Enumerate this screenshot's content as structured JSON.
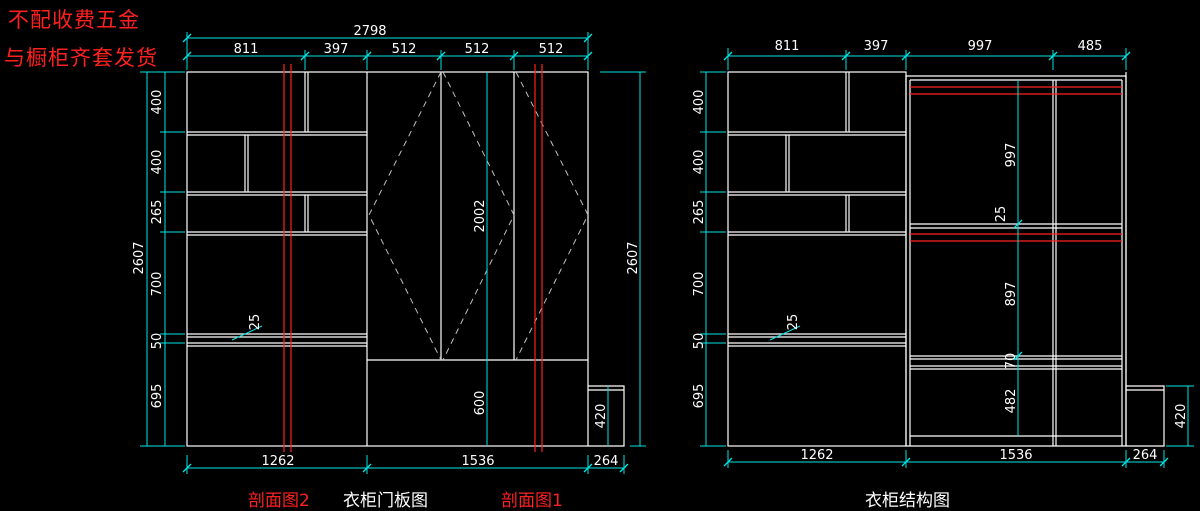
{
  "notes": [
    "不配收费五金",
    "与橱柜齐套发货"
  ],
  "left": {
    "caption": "衣柜门板图",
    "section_labels": [
      "剖面图2",
      "剖面图1"
    ],
    "top_total": "2798",
    "top_segments": [
      "811",
      "397",
      "512",
      "512",
      "512"
    ],
    "left_heights": [
      "400",
      "400",
      "265",
      "700",
      "50",
      "695"
    ],
    "overall_height": "2607",
    "right_height": "2607",
    "inner_labels": {
      "door": "2002",
      "lower": "600",
      "thick": "25",
      "side_cab": "420"
    },
    "bottom_segments": [
      "1262",
      "1536",
      "264"
    ]
  },
  "right": {
    "caption": "衣柜结构图",
    "top_segments": [
      "811",
      "397",
      "997",
      "485"
    ],
    "left_heights": [
      "400",
      "400",
      "265",
      "700",
      "50",
      "695"
    ],
    "inner_labels": {
      "upper": "997",
      "shelf": "25",
      "middle": "897",
      "drawer": "70",
      "bottom": "482",
      "thick": "25"
    },
    "side_cab": "420",
    "bottom_segments": [
      "1262",
      "1536",
      "264"
    ]
  },
  "colors": {
    "line": "#ffffff",
    "dim": "#00e5e5",
    "red": "#ff2020",
    "bg": "#000000"
  }
}
